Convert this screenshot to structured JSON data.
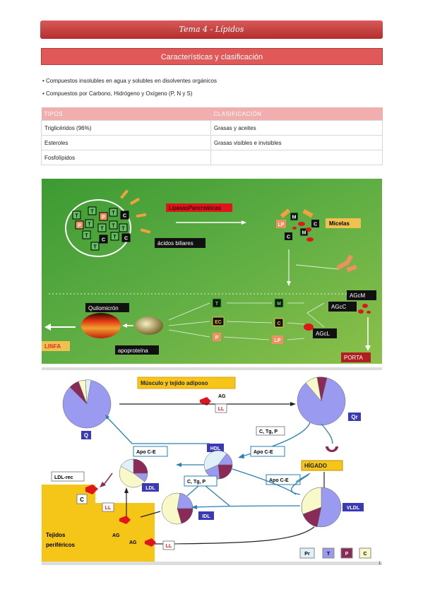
{
  "header": {
    "title": "Tema 4 - Lípidos"
  },
  "section": {
    "title": "Características y clasificación"
  },
  "bullets": [
    "• Compuestos insolubles en agua y solubles en disolventes orgánicos",
    "• Compuestos por Carbono, Hidrógeno y Oxígeno (P, N y S)"
  ],
  "table": {
    "headers": [
      "TIPOS",
      "CLASIFICACIÓN"
    ],
    "rows": [
      [
        "Triglicéridos (96%)",
        "Grasas y aceites"
      ],
      [
        "Esteroles",
        "Grasas visibles e invisibles"
      ],
      [
        "Fosfolípidos",
        ""
      ]
    ]
  },
  "diagram1": {
    "lipasas": "LipasasPancreáticas",
    "acidos": "ácidos biliares",
    "micelas": "Micelas",
    "quilomicron": "Quilomicrón",
    "apoproteina": "apoproteína",
    "linfa": "LINFA",
    "porta": "PORTA",
    "agcm": "AGcM",
    "agcc": "AGcC",
    "agcl": "AGcL",
    "box_t": "T",
    "box_p": "P",
    "box_c": "C",
    "box_m": "M",
    "box_lp": "LP",
    "box_ec": "EC",
    "colors": {
      "green_bg": "#58a83c",
      "red_label": "#e0141a",
      "orange": "#f5a040",
      "yellow_label": "#f0c050"
    }
  },
  "diagram2": {
    "musculo": "Músculo y tejido adiposo",
    "ag": "AG",
    "ll": "LL",
    "q": "Q",
    "qr": "Qr",
    "ctgp": "C, Tg, P",
    "apoce": "Apo C-E",
    "hdl": "HDL",
    "higado": "HÍGADO",
    "ldl_rec": "LDL-rec",
    "ldl": "LDL",
    "c": "C",
    "idl": "IDL",
    "vldl": "VLDL",
    "tejidos1": "Tejidos",
    "tejidos2": "periféricos",
    "legend": [
      "Pr",
      "T",
      "P",
      "C"
    ]
  },
  "page_number": "1"
}
